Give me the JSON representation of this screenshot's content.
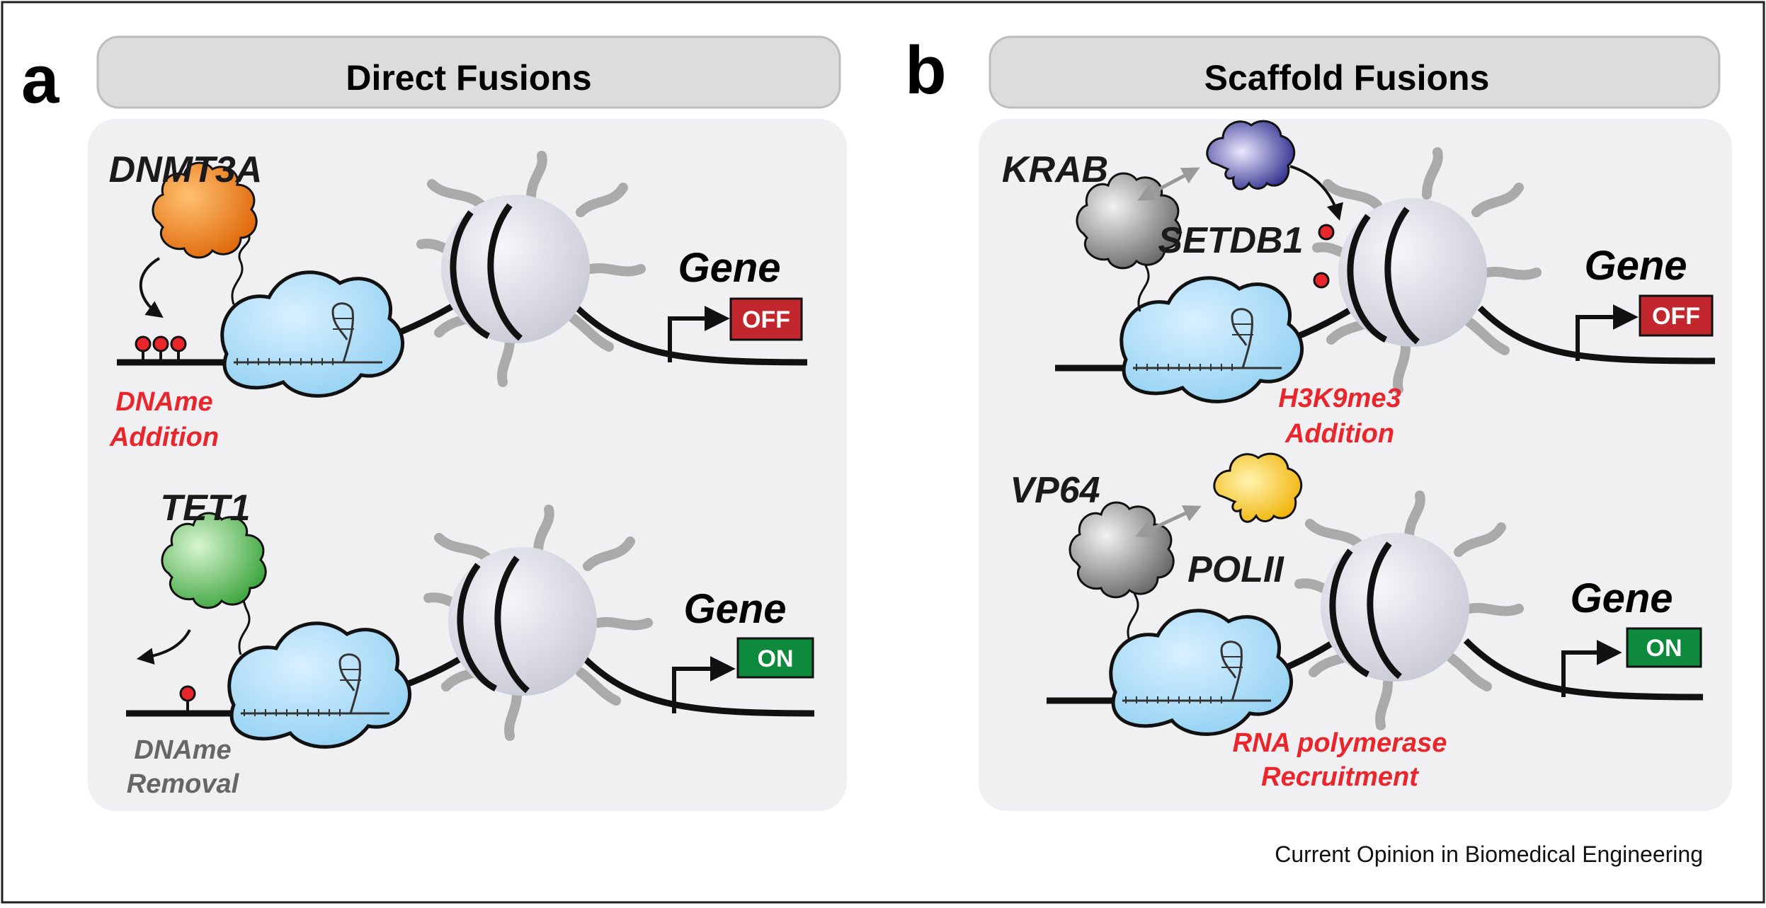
{
  "panel_a": {
    "letter": "a",
    "title": "Direct Fusions",
    "top": {
      "protein": "DNMT3A",
      "gene_label": "Gene",
      "state": "OFF",
      "mark_line1": "DNAme",
      "mark_line2": "Addition"
    },
    "bottom": {
      "protein": "TET1",
      "gene_label": "Gene",
      "state": "ON",
      "mark_line1": "DNAme",
      "mark_line2": "Removal"
    }
  },
  "panel_b": {
    "letter": "b",
    "title": "Scaffold Fusions",
    "top": {
      "effector": "KRAB",
      "recruited": "SETDB1",
      "gene_label": "Gene",
      "state": "OFF",
      "mark_line1": "H3K9me3",
      "mark_line2": "Addition"
    },
    "bottom": {
      "effector": "VP64",
      "recruited": "POLII",
      "gene_label": "Gene",
      "state": "ON",
      "mark_line1": "RNA polymerase",
      "mark_line2": "Recruitment"
    }
  },
  "credit": "Current Opinion in Biomedical Engineering",
  "colors": {
    "off": "#c1272d",
    "on": "#0e8a3c",
    "red_text": "#e8262b",
    "grey_text": "#666666",
    "panel_bg": "#f0f0f3",
    "header_bg": "#dcdcdc",
    "dnmt3a": "#f07f1c",
    "tet1": "#5fbf5a",
    "krab_vp64": "#8c8c8c",
    "setdb1": "#3a3aa0",
    "polii": "#f2c21a",
    "dcas9": "#a9dcf7",
    "nucleosome": "#dcdde6"
  }
}
